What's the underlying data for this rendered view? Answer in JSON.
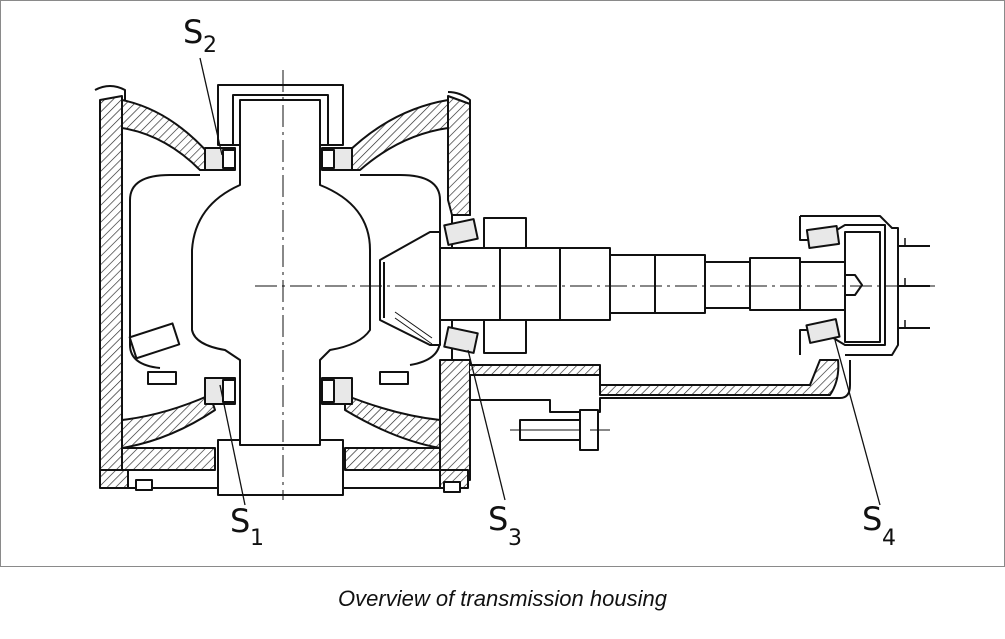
{
  "figure": {
    "caption": "Overview of transmission housing",
    "labels": [
      {
        "id": "s1",
        "letter": "S",
        "sub": "1"
      },
      {
        "id": "s2",
        "letter": "S",
        "sub": "2"
      },
      {
        "id": "s3",
        "letter": "S",
        "sub": "3"
      },
      {
        "id": "s4",
        "letter": "S",
        "sub": "4"
      }
    ]
  }
}
